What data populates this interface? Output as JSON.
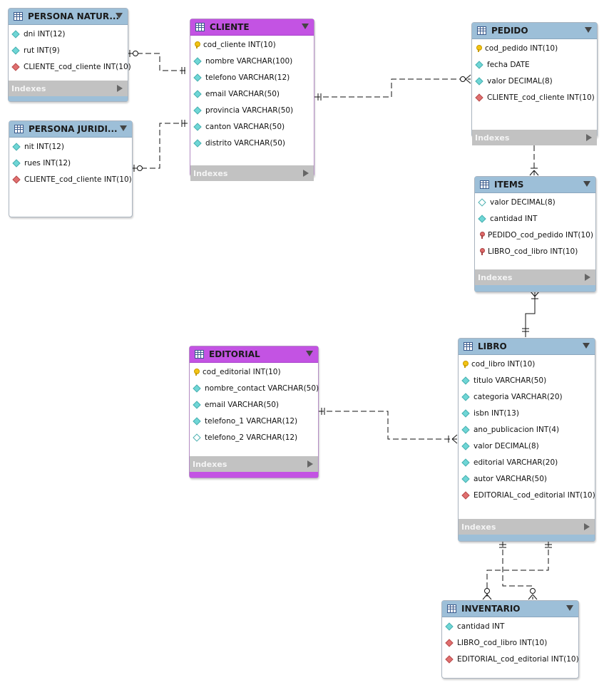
{
  "indexes_label": "Indexes",
  "tables": {
    "persona_natural": {
      "title": "PERSONA NATUR...",
      "columns": [
        {
          "name": "dni INT(12)",
          "icon": "attribute-icon"
        },
        {
          "name": "rut INT(9)",
          "icon": "attribute-icon"
        },
        {
          "name": "CLIENTE_cod_cliente INT(10)",
          "icon": "foreign-key-icon"
        }
      ]
    },
    "persona_juridica": {
      "title": "PERSONA JURIDI...",
      "columns": [
        {
          "name": "nit INT(12)",
          "icon": "attribute-icon"
        },
        {
          "name": "rues INT(12)",
          "icon": "attribute-icon"
        },
        {
          "name": "CLIENTE_cod_cliente INT(10)",
          "icon": "foreign-key-icon"
        }
      ]
    },
    "cliente": {
      "title": "CLIENTE",
      "columns": [
        {
          "name": "cod_cliente INT(10)",
          "icon": "primary-key-icon"
        },
        {
          "name": "nombre VARCHAR(100)",
          "icon": "attribute-icon"
        },
        {
          "name": "telefono VARCHAR(12)",
          "icon": "attribute-icon"
        },
        {
          "name": "email VARCHAR(50)",
          "icon": "attribute-icon"
        },
        {
          "name": "provincia VARCHAR(50)",
          "icon": "attribute-icon"
        },
        {
          "name": "canton VARCHAR(50)",
          "icon": "attribute-icon"
        },
        {
          "name": "distrito VARCHAR(50)",
          "icon": "attribute-icon"
        }
      ]
    },
    "pedido": {
      "title": "PEDIDO",
      "columns": [
        {
          "name": "cod_pedido INT(10)",
          "icon": "primary-key-icon"
        },
        {
          "name": "fecha DATE",
          "icon": "attribute-icon"
        },
        {
          "name": "valor DECIMAL(8)",
          "icon": "attribute-icon"
        },
        {
          "name": "CLIENTE_cod_cliente INT(10)",
          "icon": "foreign-key-icon"
        }
      ]
    },
    "items": {
      "title": "ITEMS",
      "columns": [
        {
          "name": "valor DECIMAL(8)",
          "icon": "nullable-attribute-icon"
        },
        {
          "name": "cantidad INT",
          "icon": "attribute-icon"
        },
        {
          "name": "PEDIDO_cod_pedido INT(10)",
          "icon": "primary-foreign-key-icon"
        },
        {
          "name": "LIBRO_cod_libro INT(10)",
          "icon": "primary-foreign-key-icon"
        }
      ]
    },
    "editorial": {
      "title": "EDITORIAL",
      "columns": [
        {
          "name": "cod_editorial INT(10)",
          "icon": "primary-key-icon"
        },
        {
          "name": "nombre_contact VARCHAR(50)",
          "icon": "attribute-icon"
        },
        {
          "name": "email VARCHAR(50)",
          "icon": "attribute-icon"
        },
        {
          "name": "telefono_1 VARCHAR(12)",
          "icon": "attribute-icon"
        },
        {
          "name": "telefono_2 VARCHAR(12)",
          "icon": "nullable-attribute-icon"
        }
      ]
    },
    "libro": {
      "title": "LIBRO",
      "columns": [
        {
          "name": "cod_libro INT(10)",
          "icon": "primary-key-icon"
        },
        {
          "name": "titulo VARCHAR(50)",
          "icon": "attribute-icon"
        },
        {
          "name": "categoria VARCHAR(20)",
          "icon": "attribute-icon"
        },
        {
          "name": "isbn INT(13)",
          "icon": "attribute-icon"
        },
        {
          "name": "ano_publicacion INT(4)",
          "icon": "attribute-icon"
        },
        {
          "name": "valor DECIMAL(8)",
          "icon": "attribute-icon"
        },
        {
          "name": "editorial VARCHAR(20)",
          "icon": "attribute-icon"
        },
        {
          "name": "autor VARCHAR(50)",
          "icon": "attribute-icon"
        },
        {
          "name": "EDITORIAL_cod_editorial INT(10)",
          "icon": "foreign-key-icon"
        }
      ]
    },
    "inventario": {
      "title": "INVENTARIO",
      "columns": [
        {
          "name": "cantidad INT",
          "icon": "attribute-icon"
        },
        {
          "name": "LIBRO_cod_libro INT(10)",
          "icon": "foreign-key-icon"
        },
        {
          "name": "EDITORIAL_cod_editorial INT(10)",
          "icon": "foreign-key-icon"
        }
      ]
    }
  },
  "relationships": [
    {
      "from": "persona_natural",
      "to": "cliente",
      "from_end": "zero-or-one",
      "to_end": "one-and-only-one"
    },
    {
      "from": "persona_juridica",
      "to": "cliente",
      "from_end": "zero-or-one",
      "to_end": "one-and-only-one"
    },
    {
      "from": "cliente",
      "to": "pedido",
      "from_end": "one-and-only-one",
      "to_end": "zero-or-many"
    },
    {
      "from": "pedido",
      "to": "items",
      "from_end": "one-and-only-one",
      "to_end": "one-or-many"
    },
    {
      "from": "libro",
      "to": "items",
      "from_end": "one-and-only-one",
      "to_end": "one-or-many"
    },
    {
      "from": "editorial",
      "to": "libro",
      "from_end": "one-and-only-one",
      "to_end": "one-or-many"
    },
    {
      "from": "libro",
      "to": "inventario",
      "from_end": "one-and-only-one",
      "to_end": "zero-or-many"
    },
    {
      "from": "libro",
      "to": "inventario",
      "from_end": "one-and-only-one",
      "to_end": "zero-or-many"
    }
  ]
}
